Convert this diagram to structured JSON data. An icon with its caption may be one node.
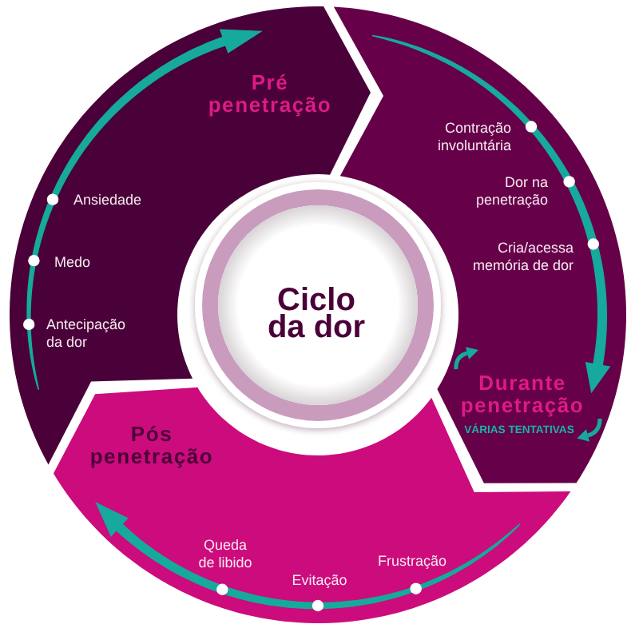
{
  "diagram": {
    "nodes": [
      {
        "text": [
          "Pré penetração",
          "Ansiedade",
          "Medo",
          "Antecipação da dor"
        ]
      },
      {
        "text": [],
        "shape": "arrow",
        "in": 0
      },
      {
        "text": [
          "Contração involuntária",
          "Dor na penetração",
          "Cria/acessa memória de dor",
          "Durante penetração",
          "VÁRIAS TENTATIVAS"
        ]
      },
      {
        "text": [],
        "shape": "arrow",
        "in": 2
      },
      {
        "text": [
          "Ciclo da dor"
        ]
      },
      {
        "text": [
          "Pós penetração",
          "Queda de libido",
          "Evitação",
          "Frustração"
        ]
      },
      {
        "text": [],
        "shape": "arrow",
        "in": 5
      }
    ]
  }
}
